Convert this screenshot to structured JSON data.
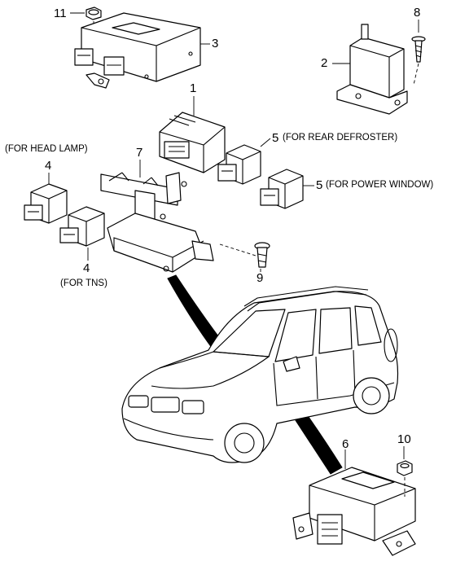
{
  "labels": {
    "part1": "1",
    "part2": "2",
    "part3": "3",
    "part4_head": "4",
    "part4_tns": "4",
    "part5_rear": "5",
    "part5_power": "5",
    "part6": "6",
    "part7": "7",
    "part8": "8",
    "part9": "9",
    "part10": "10",
    "part11": "11"
  },
  "notes": {
    "head_lamp": "(FOR HEAD LAMP)",
    "tns": "(FOR TNS)",
    "rear_defroster": "(FOR REAR DEFROSTER)",
    "power_window": "(FOR POWER WINDOW)"
  },
  "colors": {
    "line": "#000000",
    "background": "#ffffff"
  }
}
